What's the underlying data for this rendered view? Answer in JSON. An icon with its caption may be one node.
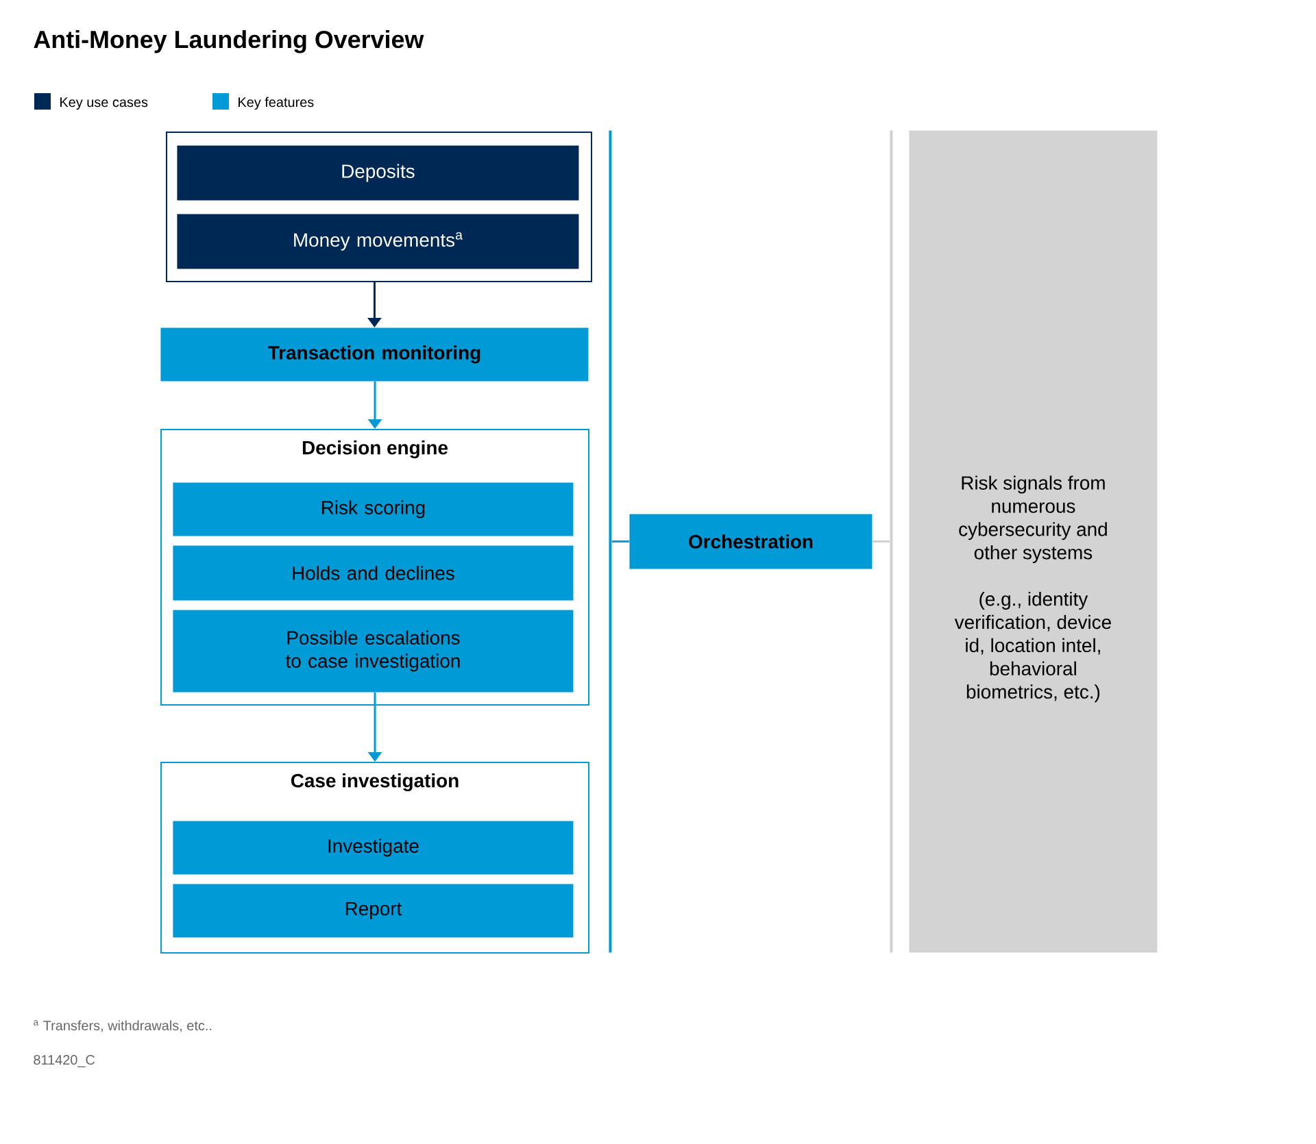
{
  "diagram": {
    "title": "Anti-Money Laundering Overview",
    "nodes": [
      {
        "text": [],
        "shape": "box"
      },
      {
        "text": [
          "Deposits"
        ],
        "in": 0
      },
      {
        "text": [
          "Money movements$^{a}$"
        ],
        "in": 0
      },
      {
        "text": [
          "Transaction monitoring"
        ]
      },
      {
        "text": [
          "Decision engine"
        ]
      },
      {
        "text": [
          "Risk scoring"
        ],
        "in": 4
      },
      {
        "text": [
          "Holds and declines"
        ],
        "in": 4
      },
      {
        "text": [
          "Possible escalations to case investigation"
        ],
        "in": 4
      },
      {
        "text": [
          "Case investigation"
        ]
      },
      {
        "text": [
          "Investigate"
        ],
        "in": 8
      },
      {
        "text": [
          "Report"
        ],
        "in": 8
      },
      {
        "text": [],
        "shape": "bar"
      },
      {
        "text": [
          "Orchestration"
        ]
      },
      {
        "text": [],
        "shape": "bar"
      },
      {
        "text": [
          "Risk signals from numerous cybersecurity and other systems",
          "(e.g., identity verification, device id, location intel, behavioral biometrics, etc.)"
        ]
      }
    ],
    "edges": [
      {
        "from": 0,
        "to": 3,
        "arrow": "to",
        "color": "#002855"
      },
      {
        "from": 3,
        "to": 4,
        "arrow": "to"
      },
      {
        "from": 7,
        "to": 8,
        "arrow": "to"
      },
      {
        "from": 11,
        "to": 12,
        "arrow": "none"
      },
      {
        "from": 12,
        "to": 13,
        "arrow": "none",
        "color": "#d0d0d0"
      }
    ],
    "labels": [
      "$^{a}$ Transfers, withdrawals, etc..",
      "811420_C"
    ],
    "legend": [
      {
        "text": "Key use cases",
        "color": "#002855"
      },
      {
        "text": "Key features",
        "color": "#009ad7"
      }
    ]
  }
}
